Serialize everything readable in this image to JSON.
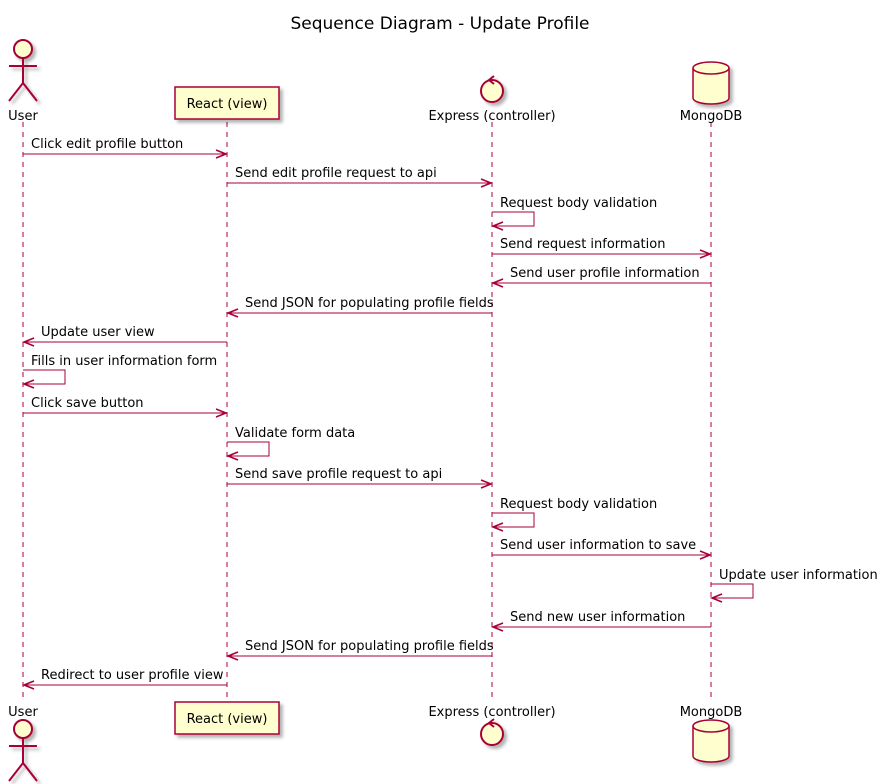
{
  "title": "Sequence Diagram - Update Profile",
  "colors": {
    "line": "#a80036",
    "participant_fill": "#fefece",
    "lifeline": "#a80036",
    "text": "#000000"
  },
  "participants": [
    {
      "id": "user",
      "label": "User",
      "icon": "actor-icon"
    },
    {
      "id": "react",
      "label": "React (view)",
      "icon": "participant-box"
    },
    {
      "id": "express",
      "label": "Express (controller)",
      "icon": "control-icon"
    },
    {
      "id": "mongo",
      "label": "MongoDB",
      "icon": "database-icon"
    }
  ],
  "messages": [
    {
      "from": "user",
      "to": "react",
      "label": "Click edit profile button"
    },
    {
      "from": "react",
      "to": "express",
      "label": "Send edit profile request to api"
    },
    {
      "from": "express",
      "to": "express",
      "label": "Request body validation"
    },
    {
      "from": "express",
      "to": "mongo",
      "label": "Send request information"
    },
    {
      "from": "mongo",
      "to": "express",
      "label": "Send user profile information"
    },
    {
      "from": "express",
      "to": "react",
      "label": "Send JSON for populating profile fields"
    },
    {
      "from": "react",
      "to": "user",
      "label": "Update user view"
    },
    {
      "from": "user",
      "to": "user",
      "label": "Fills in user information form"
    },
    {
      "from": "user",
      "to": "react",
      "label": "Click save button"
    },
    {
      "from": "react",
      "to": "react",
      "label": "Validate form data"
    },
    {
      "from": "react",
      "to": "express",
      "label": "Send save profile request to api"
    },
    {
      "from": "express",
      "to": "express",
      "label": "Request body validation"
    },
    {
      "from": "express",
      "to": "mongo",
      "label": "Send user information to save"
    },
    {
      "from": "mongo",
      "to": "mongo",
      "label": "Update user information"
    },
    {
      "from": "mongo",
      "to": "express",
      "label": "Send new user information"
    },
    {
      "from": "express",
      "to": "react",
      "label": "Send JSON for populating profile fields"
    },
    {
      "from": "react",
      "to": "user",
      "label": "Redirect to user profile view"
    }
  ]
}
